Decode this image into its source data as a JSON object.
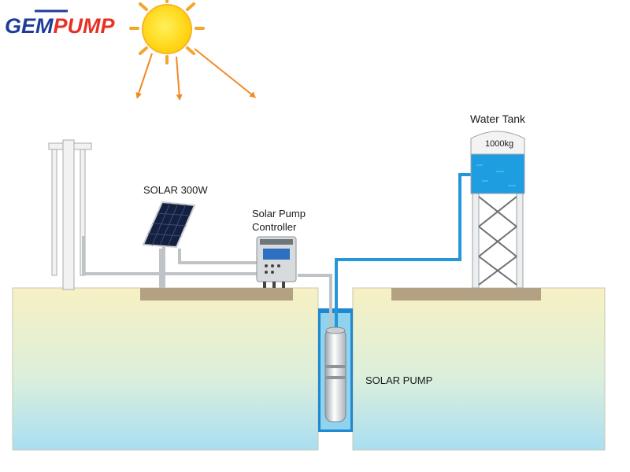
{
  "logo": {
    "text_part1": "GEM",
    "text_part2": "PUMP",
    "color_part1": "#1d3d99",
    "color_part2": "#e53227"
  },
  "labels": {
    "water_tank": "Water Tank",
    "tank_capacity": "1000kg",
    "solar_panel": "SOLAR 300W",
    "controller_line1": "Solar Pump",
    "controller_line2": "Controller",
    "pump": "SOLAR PUMP"
  },
  "colors": {
    "ground_top": "#f7f0c3",
    "ground_bottom": "#a9def2",
    "water_pipe": "#2596d8",
    "wire": "#bfc3c6",
    "pad": "#b3a184",
    "sun_core": "#ffd11a",
    "sun_ray": "#f4a62a",
    "sunbeam": "#f08a24",
    "panel": "#14203f",
    "tank_water": "#1e9ee0",
    "well": "#1e88d0"
  },
  "icons": [
    "sun-icon",
    "sunbeam-arrow-icon",
    "solar-panel-icon",
    "controller-icon",
    "pump-icon",
    "water-tank-icon",
    "pole-icon"
  ]
}
